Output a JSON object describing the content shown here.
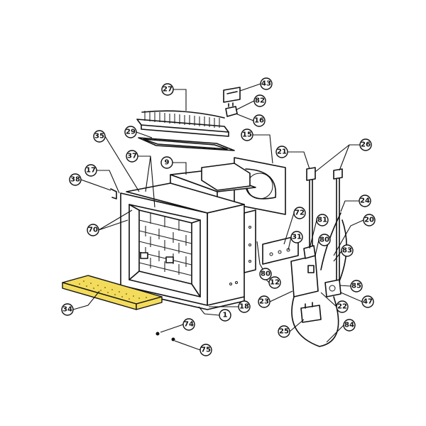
{
  "colors": {
    "line": "#111111",
    "background": "#ffffff",
    "highlight": "#f3dc5c"
  },
  "highlighted_part": "34",
  "callouts": [
    {
      "id": "c27",
      "label": "27"
    },
    {
      "id": "c43",
      "label": "43"
    },
    {
      "id": "c82",
      "label": "82"
    },
    {
      "id": "c16",
      "label": "16"
    },
    {
      "id": "c29",
      "label": "29"
    },
    {
      "id": "c35",
      "label": "35"
    },
    {
      "id": "c15",
      "label": "15"
    },
    {
      "id": "c21",
      "label": "21"
    },
    {
      "id": "c26",
      "label": "26"
    },
    {
      "id": "c37",
      "label": "37"
    },
    {
      "id": "c9",
      "label": "9"
    },
    {
      "id": "c17",
      "label": "17"
    },
    {
      "id": "c38",
      "label": "38"
    },
    {
      "id": "c24",
      "label": "24"
    },
    {
      "id": "c72",
      "label": "72"
    },
    {
      "id": "c81",
      "label": "81"
    },
    {
      "id": "c20",
      "label": "20"
    },
    {
      "id": "c70",
      "label": "70"
    },
    {
      "id": "c31",
      "label": "31"
    },
    {
      "id": "c80a",
      "label": "80"
    },
    {
      "id": "c83",
      "label": "83"
    },
    {
      "id": "c80b",
      "label": "80"
    },
    {
      "id": "c12",
      "label": "12"
    },
    {
      "id": "c85",
      "label": "85"
    },
    {
      "id": "c23",
      "label": "23"
    },
    {
      "id": "c47",
      "label": "47"
    },
    {
      "id": "c22",
      "label": "22"
    },
    {
      "id": "c34",
      "label": "34"
    },
    {
      "id": "c18",
      "label": "18"
    },
    {
      "id": "c1",
      "label": "1"
    },
    {
      "id": "c84",
      "label": "84"
    },
    {
      "id": "c74",
      "label": "74"
    },
    {
      "id": "c25",
      "label": "25"
    },
    {
      "id": "c75",
      "label": "75"
    }
  ]
}
